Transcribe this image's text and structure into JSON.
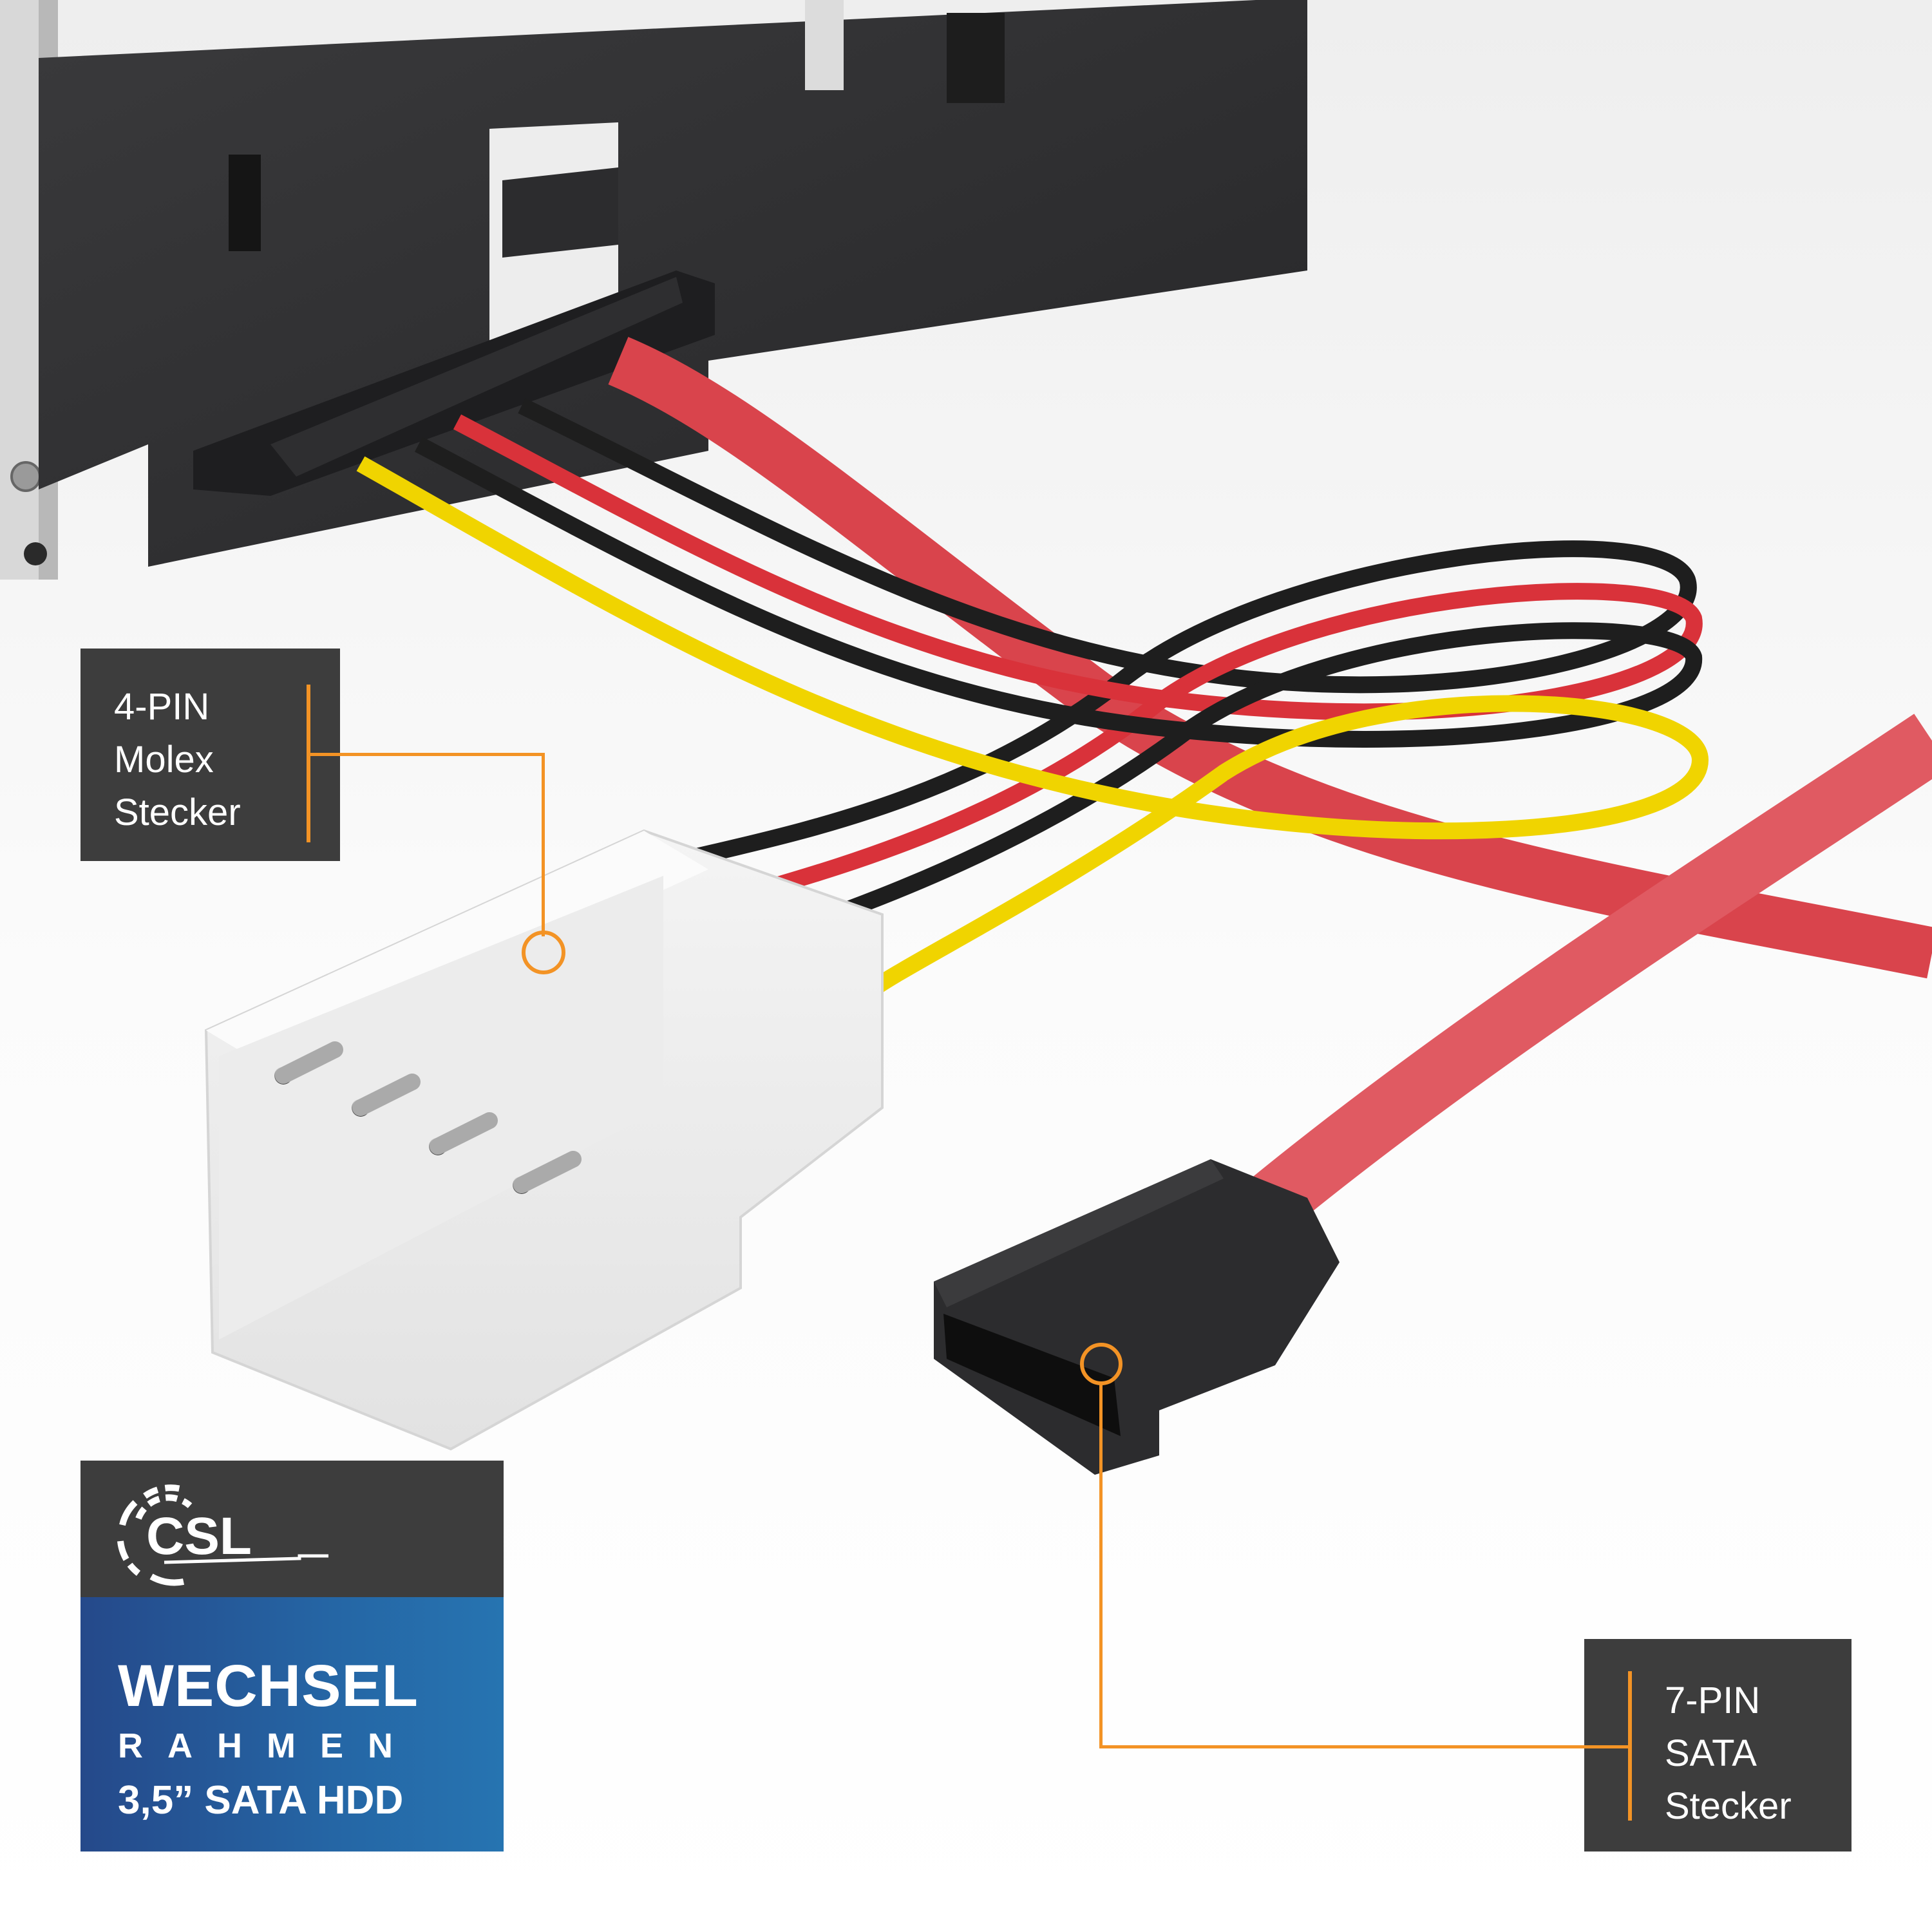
{
  "callouts": {
    "molex": {
      "line1": "4-PIN",
      "line2": "Molex",
      "line3": "Stecker"
    },
    "sata": {
      "line1": "7-PIN",
      "line2": "SATA",
      "line3": "Stecker"
    }
  },
  "brand": {
    "logo_text": "CSL",
    "title_line1": "WECHSEL",
    "title_line2": "RAHMEN",
    "title_line3": "3,5” SATA HDD"
  },
  "colors": {
    "accent_orange": "#f39325",
    "label_bg": "#3d3d3d",
    "brand_blue_start": "#25498a",
    "brand_blue_end": "#2674b1",
    "wire_red": "#d9323a",
    "wire_yellow": "#f0d400",
    "wire_black": "#1e1e1e",
    "sata_cable_red": "#e0505a"
  }
}
